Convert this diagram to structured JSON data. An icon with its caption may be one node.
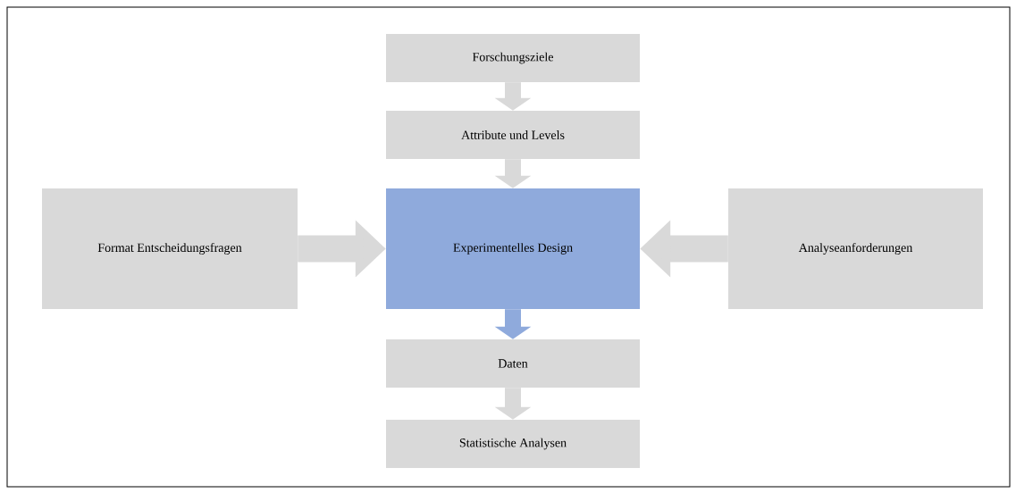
{
  "diagram": {
    "nodes": [
      {
        "text": [
          "Forschungsziele"
        ]
      },
      {
        "text": [
          "Attribute und Levels"
        ]
      },
      {
        "text": [
          "Format Entscheidungsfragen"
        ]
      },
      {
        "text": [
          "Experimentelles Design"
        ]
      },
      {
        "text": [
          "Analyseanforderungen"
        ]
      },
      {
        "text": [
          "Daten"
        ]
      },
      {
        "text": [
          "Statistische Analysen"
        ]
      }
    ],
    "edges": [
      {
        "from": 0,
        "to": 1,
        "arrow": "to"
      },
      {
        "from": 1,
        "to": 3,
        "arrow": "to"
      },
      {
        "from": 2,
        "to": 3,
        "arrow": "to"
      },
      {
        "from": 4,
        "to": 3,
        "arrow": "to"
      },
      {
        "from": 3,
        "to": 5,
        "arrow": "to",
        "color": "#8faadc"
      },
      {
        "from": 5,
        "to": 6,
        "arrow": "to"
      }
    ]
  }
}
